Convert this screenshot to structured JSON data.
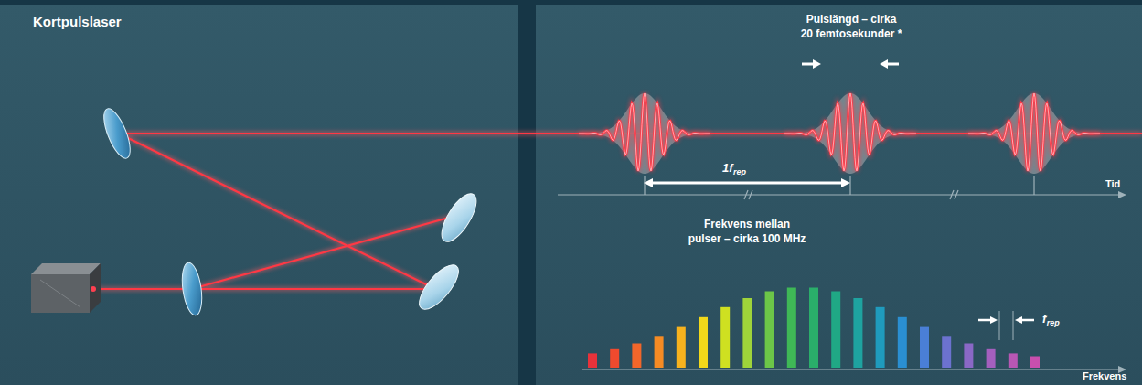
{
  "diagram": {
    "title": "Kortpulslaser",
    "labels": [
      "Pulslängd – cirka 20 femtosekunder *",
      "1f",
      "rep",
      "Frekvens mellan pulser – cirka 100 MHz",
      "Tid",
      "f",
      "rep",
      "Frekvens"
    ]
  }
}
